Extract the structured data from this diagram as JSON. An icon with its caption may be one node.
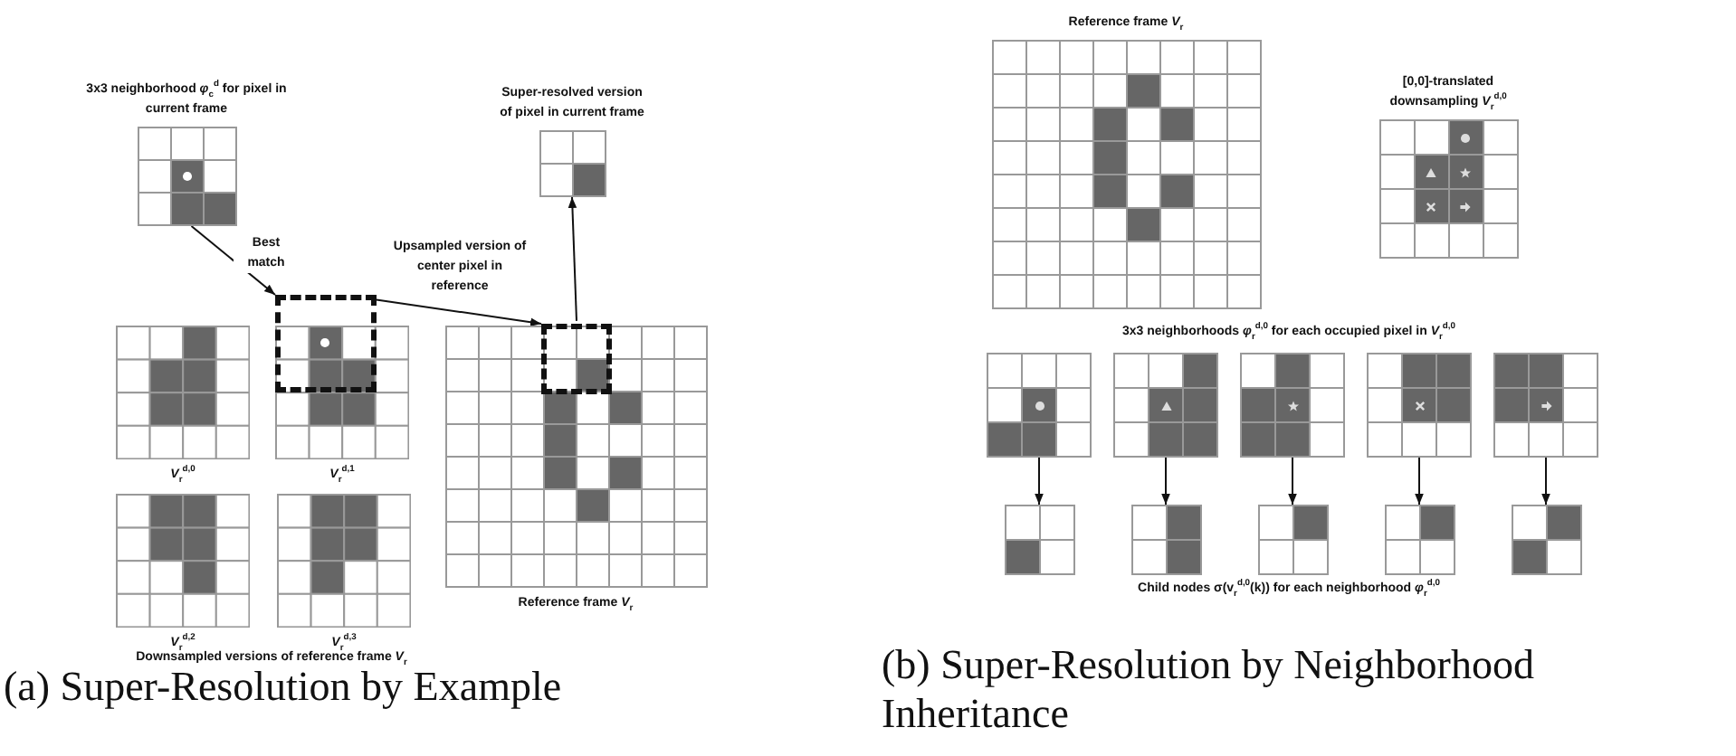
{
  "diagram": {
    "nodes": [
      {
        "text": [
          "3x3 neighborhood *φ*$_{c}$$^{d}$ for pixel in current frame"
        ]
      },
      {
        "text": [
          "Super-resolved version of pixel in current frame"
        ]
      },
      {
        "text": [
          "*V*$_{r}$$^{d,0}$"
        ]
      },
      {
        "text": [
          "*V*$_{r}$$^{d,1}$"
        ]
      },
      {
        "text": [],
        "shape": "box"
      },
      {
        "text": [
          "Reference frame *V*$_{r}$"
        ]
      },
      {
        "text": [],
        "shape": "box",
        "in": 5
      },
      {
        "text": [
          "*V*$_{r}$$^{d,2}$"
        ]
      },
      {
        "text": [
          "*V*$_{r}$$^{d,3}$"
        ]
      },
      {
        "text": [
          "Reference frame *V*$_{r}$"
        ]
      },
      {
        "text": [
          "[0,0]-translated downsampling *V*$_{r}$$^{d,0}$"
        ]
      },
      {
        "text": [],
        "shape": "grid"
      },
      {
        "text": [],
        "shape": "grid"
      },
      {
        "text": [],
        "shape": "grid"
      },
      {
        "text": [],
        "shape": "grid"
      },
      {
        "text": [],
        "shape": "grid"
      },
      {
        "text": [],
        "shape": "grid"
      },
      {
        "text": [],
        "shape": "grid"
      },
      {
        "text": [],
        "shape": "grid"
      },
      {
        "text": [],
        "shape": "grid"
      },
      {
        "text": [],
        "shape": "grid"
      }
    ],
    "edges": [
      {
        "from": 0,
        "to": 4,
        "arrow": "to",
        "label": "Best match"
      },
      {
        "from": 4,
        "to": 6,
        "arrow": "to",
        "label": "Upsampled version of center pixel in reference"
      },
      {
        "from": 6,
        "to": 1,
        "arrow": "to"
      },
      {
        "from": 11,
        "to": 16,
        "arrow": "to"
      },
      {
        "from": 12,
        "to": 17,
        "arrow": "to"
      },
      {
        "from": 13,
        "to": 18,
        "arrow": "to"
      },
      {
        "from": 14,
        "to": 19,
        "arrow": "to"
      },
      {
        "from": 15,
        "to": 20,
        "arrow": "to"
      }
    ],
    "labels": [
      "Downsampled versions of reference frame *V*$_{r}$",
      "(a) Super-Resolution by Example",
      "3x3 neighborhoods *φ*$_{r}$$^{d,0}$ for each occupied pixel in *V*$_{r}$$^{d,0}$",
      "Child nodes σ(v$_{r}$$^{d,0}$(k)) for each neighborhood *φ*$_{r}$$^{d,0}$",
      "(b) Super-Resolution by Neighborhood Inheritance"
    ]
  }
}
